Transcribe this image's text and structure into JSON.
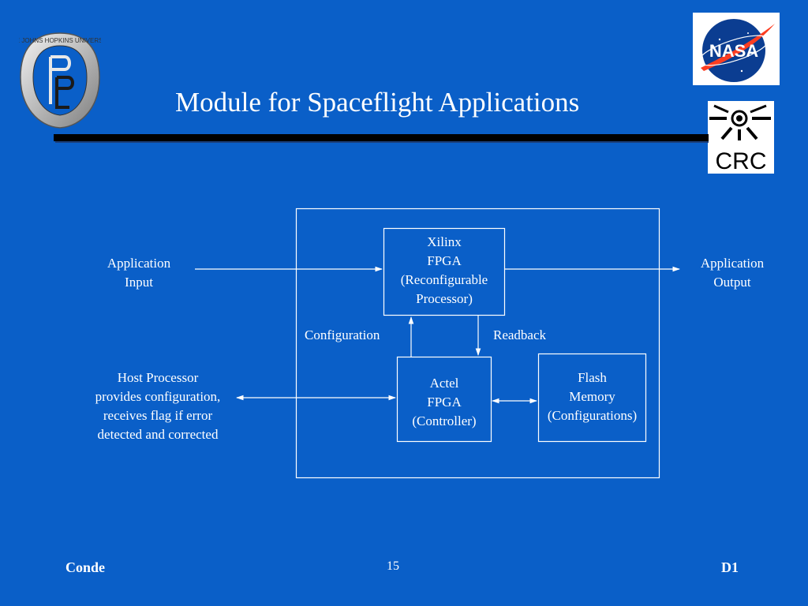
{
  "slide": {
    "title": "Module for Spaceflight Applications",
    "footer_left": "Conde",
    "page_number": "15",
    "footer_right": "D1"
  },
  "logos": {
    "jhu_text": "THE JOHNS HOPKINS UNIVERSITY",
    "nasa_text": "NASA",
    "crc_text": "CRC"
  },
  "diagram": {
    "xilinx": [
      "Xilinx",
      "FPGA",
      "(Reconfigurable",
      "Processor)"
    ],
    "actel": [
      "Actel",
      "FPGA",
      "(Controller)"
    ],
    "flash": [
      "Flash",
      "Memory",
      "(Configurations)"
    ],
    "app_input": [
      "Application",
      "Input"
    ],
    "app_output": [
      "Application",
      "Output"
    ],
    "configuration": "Configuration",
    "readback": "Readback",
    "host": [
      "Host Processor",
      "provides configuration,",
      "receives flag if error",
      "detected and corrected"
    ]
  }
}
